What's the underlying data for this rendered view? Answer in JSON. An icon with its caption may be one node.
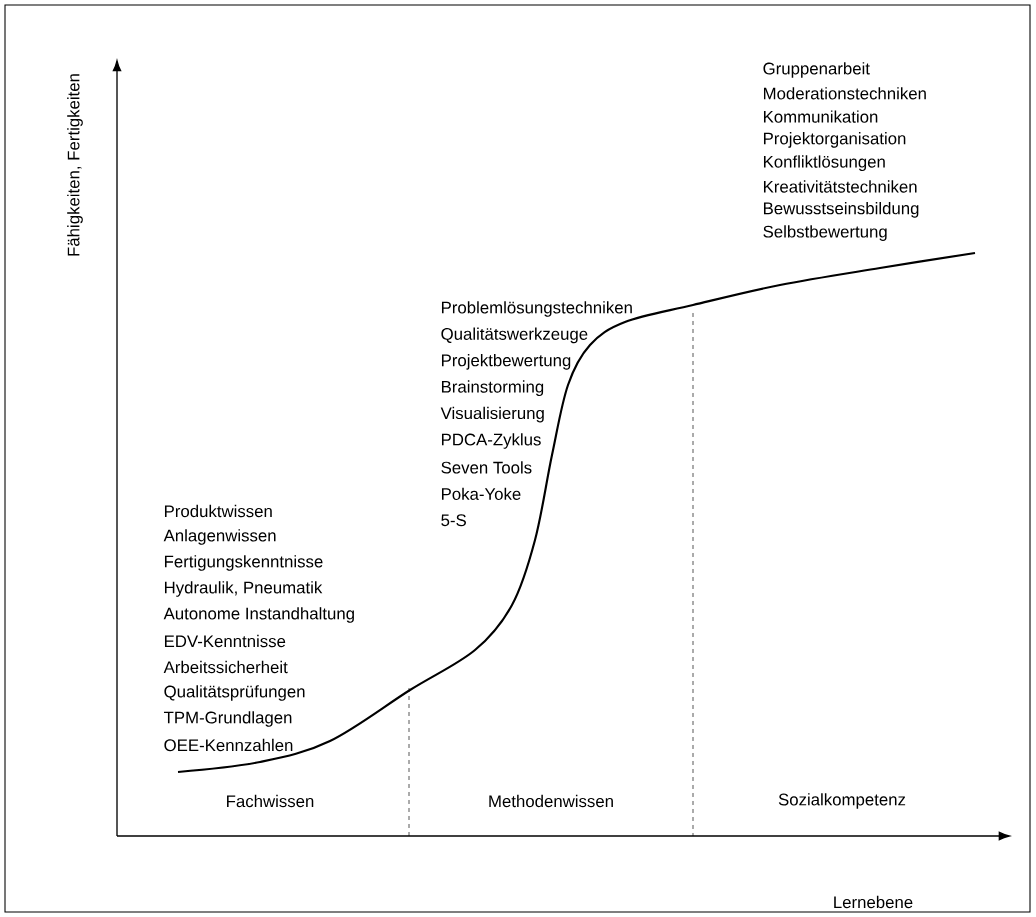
{
  "diagram": {
    "labels": [
      "Fähigkeiten, Fertigkeiten",
      "Gruppenarbeit",
      "Moderationstechniken",
      "Kommunikation",
      "Projektorganisation",
      "Konfliktlösungen",
      "Kreativitätstechniken",
      "Bewusstseinsbildung",
      "Selbstbewertung",
      "Problemlösungstechniken",
      "Qualitätswerkzeuge",
      "Projektbewertung",
      "Brainstorming",
      "Visualisierung",
      "PDCA-Zyklus",
      "Seven Tools",
      "Poka-Yoke",
      "5-S",
      "Produktwissen",
      "Anlagenwissen",
      "Fertigungskenntnisse",
      "Hydraulik, Pneumatik",
      "Autonome Instandhaltung",
      "EDV-Kenntnisse",
      "Arbeitssicherheit",
      "Qualitätsprüfungen",
      "TPM-Grundlagen",
      "OEE-Kennzahlen",
      "Fachwissen",
      "Methodenwissen",
      "Sozialkompetenz",
      "Lernebene"
    ]
  }
}
